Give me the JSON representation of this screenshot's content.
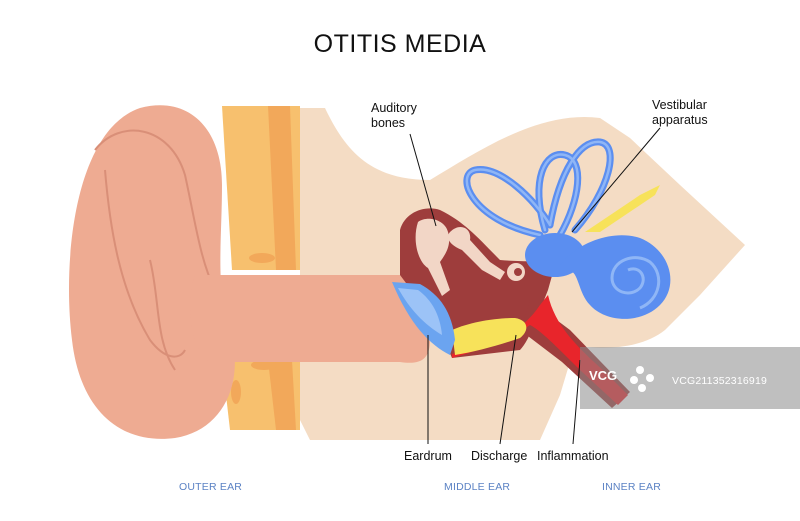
{
  "title": "OTITIS MEDIA",
  "labels": {
    "auditory_bones": [
      "Auditory",
      "bones"
    ],
    "vestibular_apparatus": [
      "Vestibular",
      "apparatus"
    ],
    "eardrum": "Eardrum",
    "discharge": "Discharge",
    "inflammation": "Inflammation"
  },
  "regions": {
    "outer": "OUTER EAR",
    "middle": "MIDDLE EAR",
    "inner": "INNER EAR"
  },
  "watermark": {
    "logo": "VCG",
    "id": "VCG211352316919"
  },
  "colors": {
    "skin": "#eeab92",
    "tissue": "#f4dcc4",
    "bone_orange": "#f7c06e",
    "middle_ear": "#9e3d3c",
    "labyrinth": "#5b8ef0",
    "eardrum": "#6ba4f0",
    "discharge": "#f7e25a",
    "inflammation": "#e8252b",
    "region_text": "#5b82c4"
  }
}
